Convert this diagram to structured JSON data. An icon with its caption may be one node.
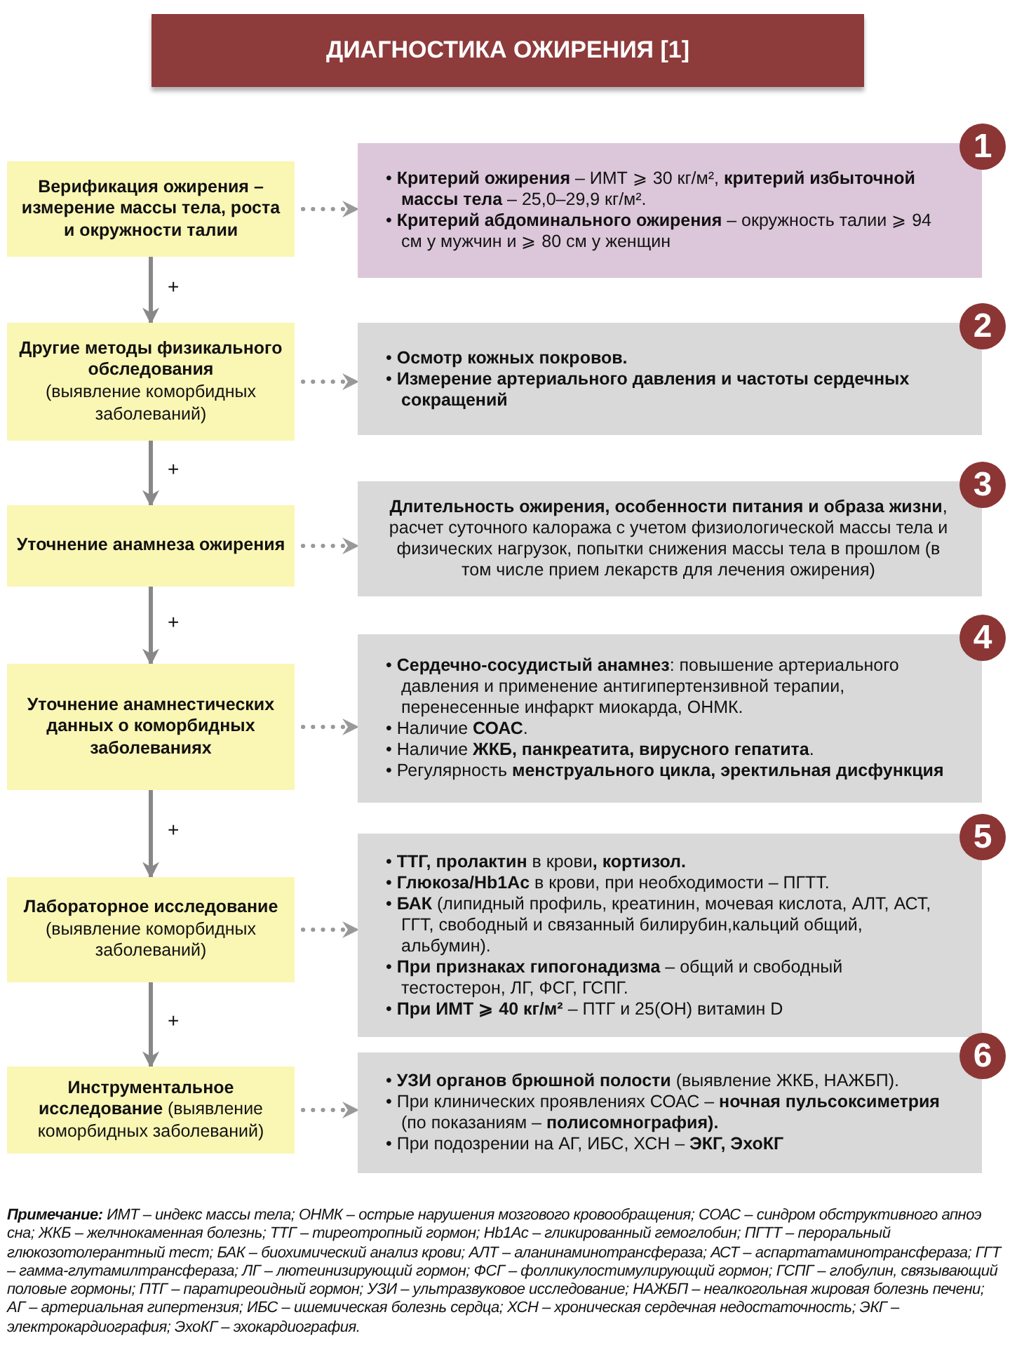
{
  "diagram": {
    "title": "ДИАГНОСТИКА ОЖИРЕНИЯ [1]",
    "nodes": [
      {
        "text": [
          "Верификация ожирения – измерение массы тела, роста и окружности талии"
        ]
      },
      {
        "text": [
          "• **Критерий ожирения** – ИМТ ⩾ 30 кг/м², **критерий избыточной массы тела** – 25,0–29,9 кг/м².",
          "• **Критерий абдоминального ожирения** – окружность талии ⩾ 94 см у мужчин и ⩾ 80 см у женщин"
        ],
        "beside": [
          "1"
        ]
      },
      {
        "text": [
          "Другие методы физикального обследования",
          "(выявление коморбидных заболеваний)"
        ]
      },
      {
        "text": [
          "• **Осмотр кожных покровов.**",
          "• **Измерение артериального давления и частоты сердечных сокращений**"
        ],
        "beside": [
          "2"
        ]
      },
      {
        "text": [
          "Уточнение анамнеза ожирения"
        ]
      },
      {
        "text": [
          "**Длительность ожирения, особенности питания и образа жизни**, расчет суточного калоража с учетом физиологической массы тела и физических нагрузок, попытки снижения массы тела в прошлом (в том числе прием лекарств для лечения ожирения)"
        ],
        "beside": [
          "3"
        ]
      },
      {
        "text": [
          "Уточнение анамнестических данных о коморбидных заболеваниях"
        ]
      },
      {
        "text": [
          "• **Сердечно-сосудистый анамнез**: повышение артериального давления и применение антигипертензивной терапии, перенесенные инфаркт миокарда, ОНМК.",
          "• Наличие **СОАС**.",
          "• Наличие **ЖКБ, панкреатита, вирусного гепатита**.",
          "• Регулярность **менструального цикла, эректильная дисфункция**"
        ],
        "beside": [
          "4"
        ]
      },
      {
        "text": [
          "Лабораторное исследование",
          "(выявление коморбидных заболеваний)"
        ]
      },
      {
        "text": [
          "• **ТТГ, пролактин** в крови**, кортизол.**",
          "• **Глюкоза/Hb1Ac** в крови, при необходимости – ПГТТ.",
          "• **БАК** (липидный профиль, креатинин, мочевая кислота, АЛТ, АСТ, ГГТ, свободный и связанный билирубин,кальций общий, альбумин).",
          "• **При признаках гипогонадизма** – общий и свободный тестостерон, ЛГ, ФСГ, ГСПГ.",
          "• **При ИМТ ⩾ 40 кг/м²** – ПТГ и 25(ОН) витамин D"
        ],
        "beside": [
          "5"
        ]
      },
      {
        "text": [
          "**Инструментальное исследование** (выявление коморбидных заболеваний)"
        ]
      },
      {
        "text": [
          "• **УЗИ органов брюшной полости** (выявление ЖКБ, НАЖБП).",
          "• При клинических проявлениях СОАС – **ночная пульсоксиметрия** (по показаниям – **полисомнография).**",
          "• При подозрении на АГ, ИБС, ХСН – **ЭКГ, ЭхоКГ**"
        ],
        "beside": [
          "6"
        ]
      }
    ],
    "edges": [
      {
        "from": 0,
        "to": 1,
        "arrow": "to",
        "style": "dashed"
      },
      {
        "from": 0,
        "to": 2,
        "arrow": "to",
        "label": "+"
      },
      {
        "from": 2,
        "to": 3,
        "arrow": "to",
        "style": "dashed"
      },
      {
        "from": 2,
        "to": 4,
        "arrow": "to",
        "label": "+"
      },
      {
        "from": 4,
        "to": 5,
        "arrow": "to",
        "style": "dashed"
      },
      {
        "from": 4,
        "to": 6,
        "arrow": "to",
        "label": "+"
      },
      {
        "from": 6,
        "to": 7,
        "arrow": "to",
        "style": "dashed"
      },
      {
        "from": 6,
        "to": 8,
        "arrow": "to",
        "label": "+"
      },
      {
        "from": 8,
        "to": 9,
        "arrow": "to",
        "style": "dashed"
      },
      {
        "from": 8,
        "to": 10,
        "arrow": "to",
        "label": "+"
      },
      {
        "from": 10,
        "to": 11,
        "arrow": "to",
        "style": "dashed"
      }
    ],
    "labels": [
      "**Примечание:** ИМТ – индекс массы тела; ОНМК – острые нарушения мозгового кровообращения; СОАС – синдром обструктивного апноэ сна; ЖКБ – желчнокаменная болезнь; ТТГ – тиреотропный гормон; Hb1Ac – гликированный гемоглобин; ПГТТ – пероральный глюкозотолерантный тест; БАК – биохимический анализ крови; АЛТ – аланинаминотрансфераза; АСТ – аспартатаминотрансфераза; ГГТ – гамма-глутамилтрансфераза; ЛГ – лютеинизирующий гормон; ФСГ – фолликулостимулирующий гормон; ГСПГ – глобулин, связывающий половые гормоны; ПТГ – паратиреоидный гормон; УЗИ – ультразвуковое исследование; НАЖБП – неалкогольная жировая болезнь печени; АГ – артериальная гипертензия; ИБС – ишемическая болезнь сердца; ХСН – хроническая сердечная недостаточность; ЭКГ – электрокардиография; ЭхоКГ – эхокардиография."
    ]
  }
}
